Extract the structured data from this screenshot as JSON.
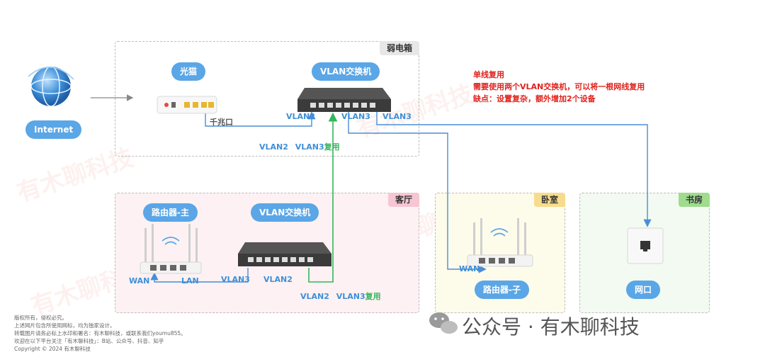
{
  "zones": {
    "weak_box": "弱电箱",
    "living_room": "客厅",
    "bedroom": "卧室",
    "study": "书房"
  },
  "devices": {
    "internet": "Internet",
    "modem": "光猫",
    "vlan_switch_top": "VLAN交换机",
    "main_router": "路由器-主",
    "vlan_switch_living": "VLAN交换机",
    "sub_router": "路由器-子",
    "wall_port": "网口"
  },
  "ports": {
    "gigabit": "千兆口",
    "top_vlan2": "VLAN2",
    "top_vlan3_a": "VLAN3",
    "top_vlan3_b": "VLAN3",
    "trunk_top_vlan2": "VLAN2",
    "trunk_top_vlan3": "VLAN3",
    "trunk_top_reuse": "复用",
    "wan": "WAN",
    "lan": "LAN",
    "living_vlan3": "VLAN3",
    "living_vlan2": "VLAN2",
    "trunk_bottom_vlan2": "VLAN2",
    "trunk_bottom_vlan3": "VLAN3",
    "trunk_bottom_reuse": "复用",
    "sub_wan": "WAN"
  },
  "note": {
    "title": "单线复用",
    "line1": "需要使用两个VLAN交换机，可以将一根网线复用",
    "line2": "缺点：设置复杂，额外增加2个设备"
  },
  "watermark": "有木聊科技",
  "footer": {
    "l1": "版权所有，侵权必究。",
    "l2": "上述网片包含所使用网标，均为独家设计。",
    "l3": "转载图片请务必标上水印和署名：有木聊科技，或联系我们youmu855。",
    "l4": "欢迎在以下平台关注「有木聊科技」：B站、公众号、抖音、知乎",
    "l5": "Copyright © 2024 有木聊科技"
  },
  "brand": "公众号 · 有木聊科技",
  "colors": {
    "accent": "#5aa6e6",
    "trunk": "#34b65a",
    "line": "#4a8ed6",
    "note": "#e0221d",
    "living_bg": "#fdf1f3",
    "bedroom_bg": "#fdfbea",
    "study_bg": "#f2faf1"
  }
}
